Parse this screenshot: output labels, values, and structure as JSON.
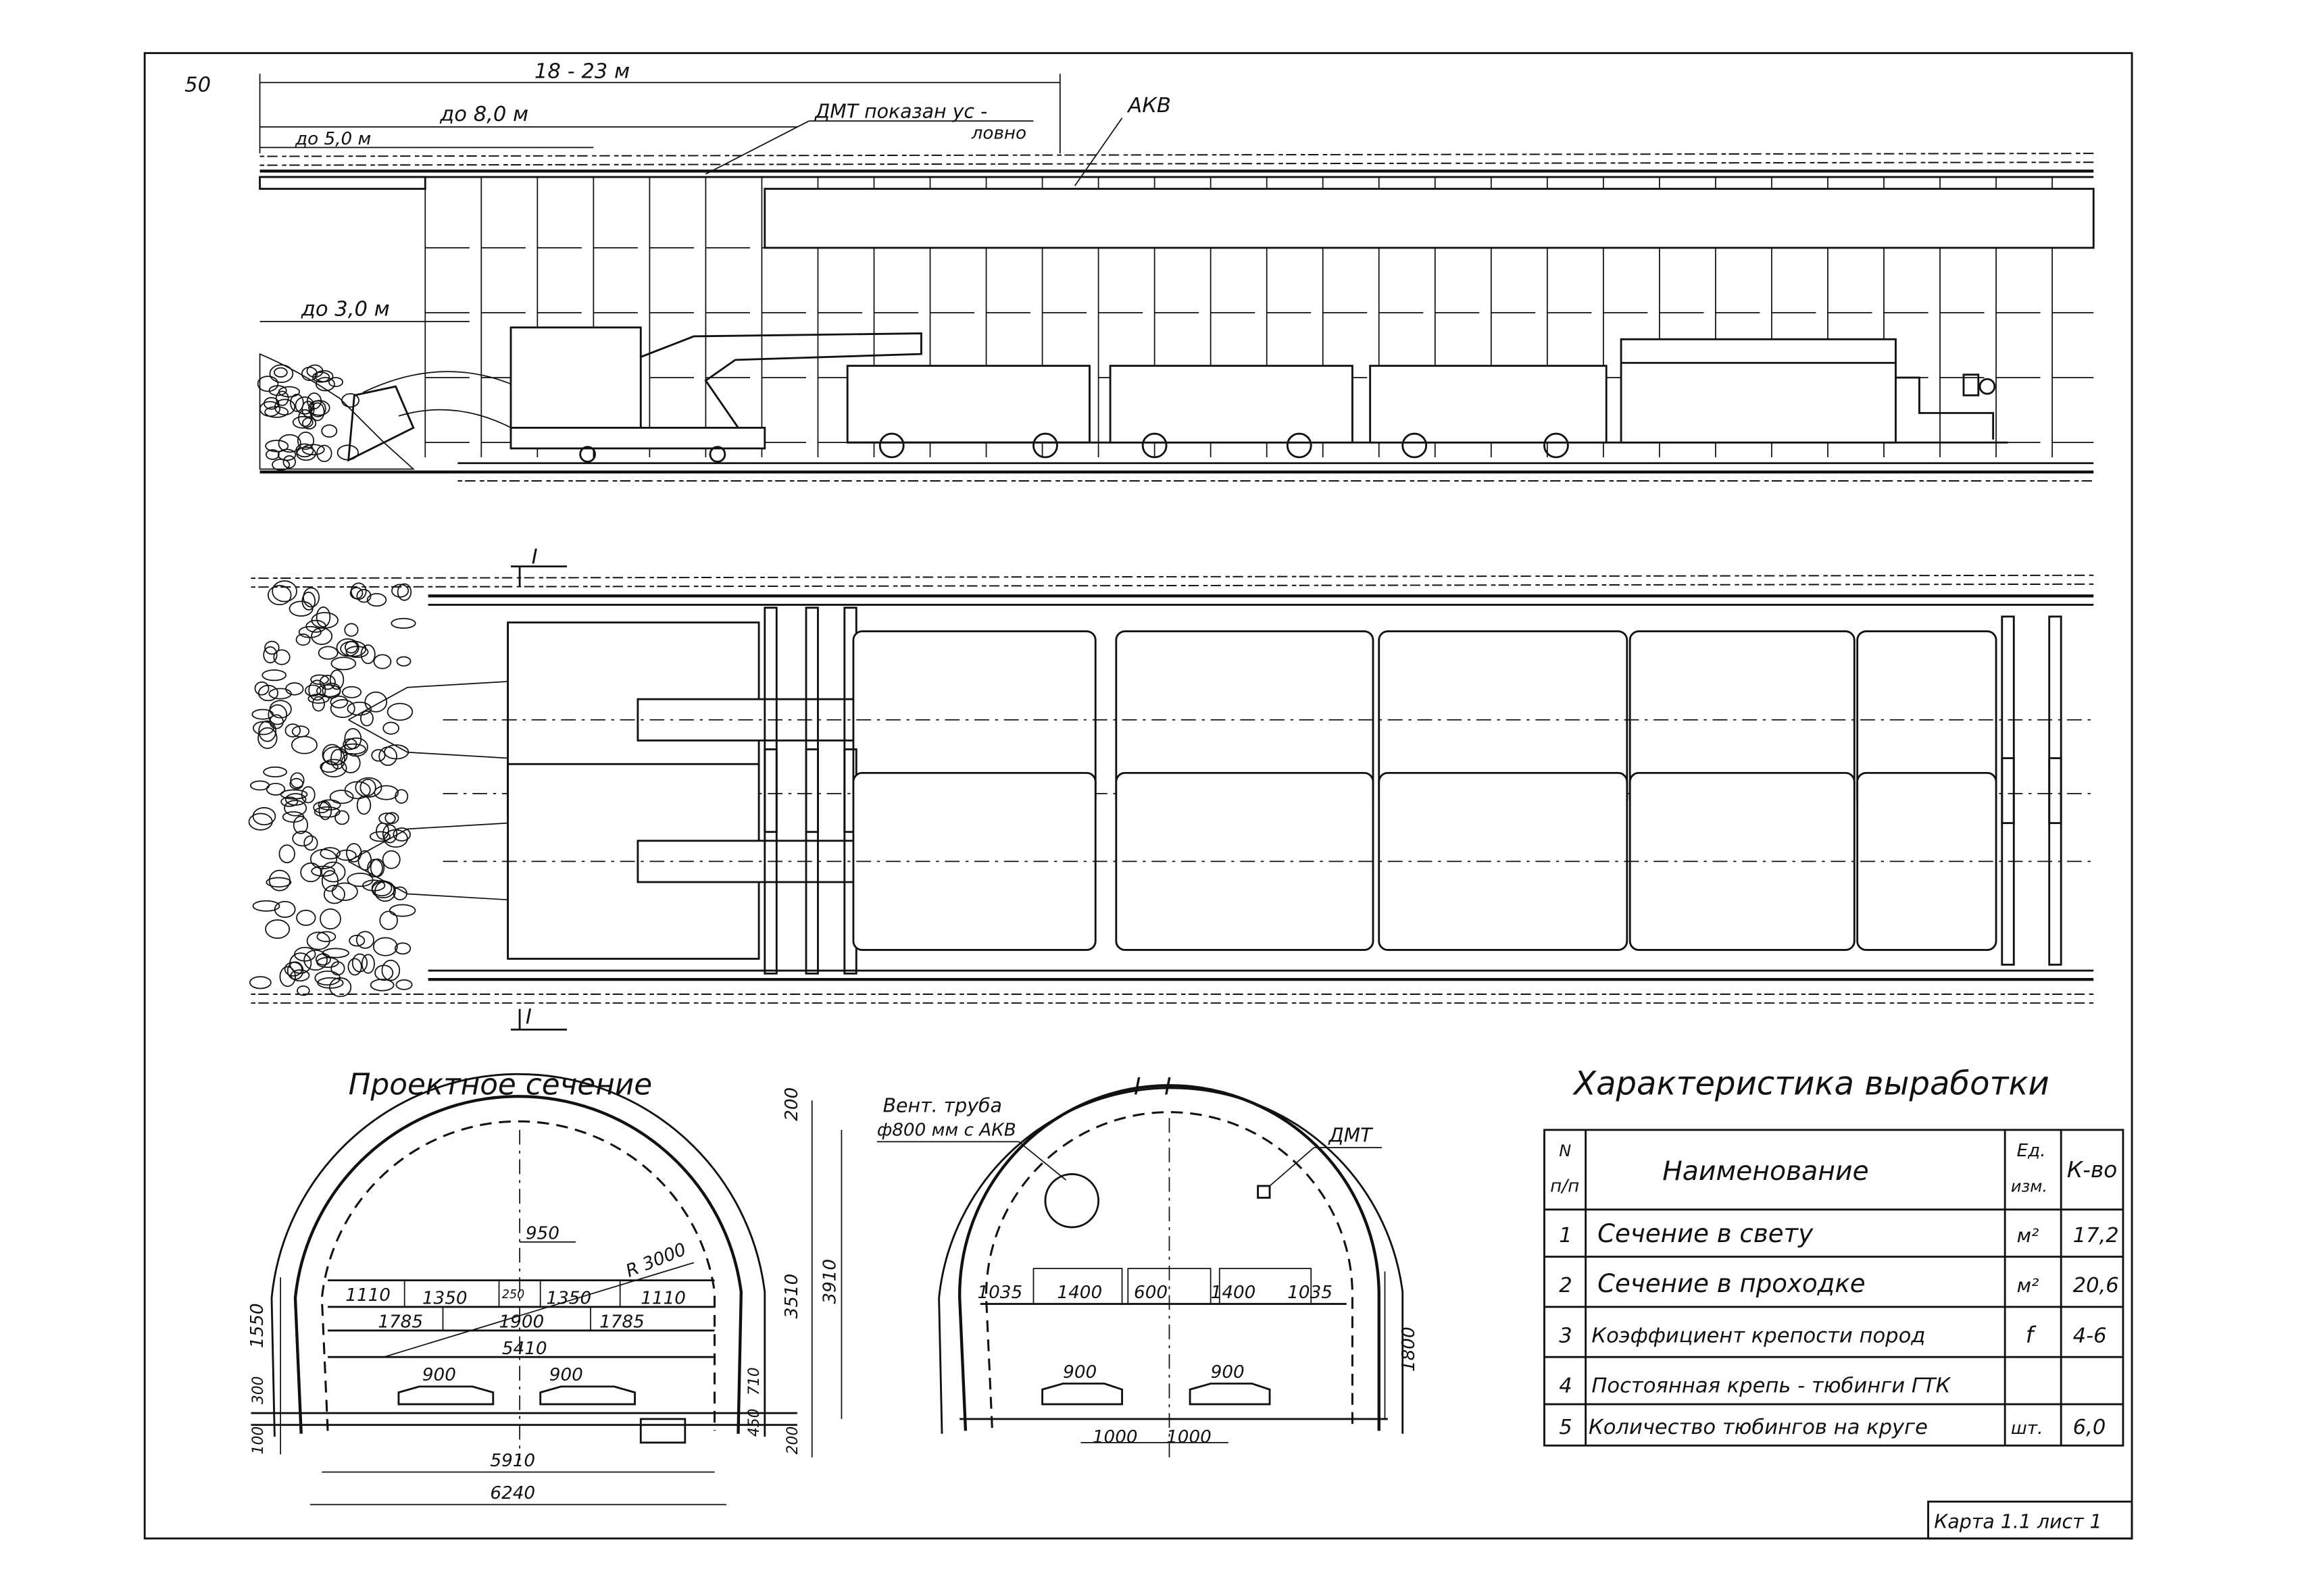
{
  "sheet": {
    "page_number": "50"
  },
  "elevation": {
    "dim_total": "18 - 23 м",
    "dim_8": "до 8,0 м",
    "dim_5": "до 5,0 м",
    "dim_3": "до 3,0 м",
    "note_dmt_line1": "ДМТ показан ус -",
    "note_dmt_line2": "ловно",
    "label_akv": "АКВ"
  },
  "plan": {
    "section_mark_top": "I",
    "section_mark_bottom": "I"
  },
  "design_section": {
    "title": "Проектное сечение",
    "dims": {
      "d950": "950",
      "r3000": "R 3000",
      "d1110a": "1110",
      "d1350a": "1350",
      "d250": "250",
      "d1350b": "1350",
      "d1110b": "1110",
      "d1785a": "1785",
      "d1900": "1900",
      "d1785b": "1785",
      "d5410": "5410",
      "d900a": "900",
      "d900b": "900",
      "d5910": "5910",
      "d6240": "6240",
      "d200top": "200",
      "d3510": "3510",
      "d3910": "3910",
      "d1550": "1550",
      "d300": "300",
      "d100": "100",
      "d710": "710",
      "d450": "450",
      "d200bot": "200"
    }
  },
  "section_11": {
    "title": "I - I",
    "vent_line1": "Вент. труба",
    "vent_line2": "ф800 мм с АКВ",
    "dmt": "ДМТ",
    "dims": {
      "d1035a": "1035",
      "d1400a": "1400",
      "d600": "600",
      "d1400b": "1400",
      "d1035b": "1035",
      "d1800": "1800",
      "d900a": "900",
      "d900b": "900",
      "d1000a": "1000",
      "d1000b": "1000"
    }
  },
  "characteristics": {
    "title": "Характеристика выработки",
    "headers": {
      "num_line1": "N",
      "num_line2": "п/п",
      "name": "Наименование",
      "unit_line1": "Ед.",
      "unit_line2": "изм.",
      "qty": "К-во"
    },
    "rows": [
      {
        "n": "1",
        "name": "Сечение в свету",
        "unit": "м²",
        "value": "17,2"
      },
      {
        "n": "2",
        "name": "Сечение в проходке",
        "unit": "м²",
        "value": "20,6"
      },
      {
        "n": "3",
        "name": "Коэффициент крепости пород",
        "unit": "f",
        "value": "4-6"
      },
      {
        "n": "4",
        "name": "Постоянная крепь - тюбинги ГТК",
        "unit": "",
        "value": ""
      },
      {
        "n": "5",
        "name": "Количество тюбингов на круге",
        "unit": "шт.",
        "value": "6,0"
      }
    ]
  },
  "stamp": {
    "text": "Карта 1.1 лист 1"
  }
}
